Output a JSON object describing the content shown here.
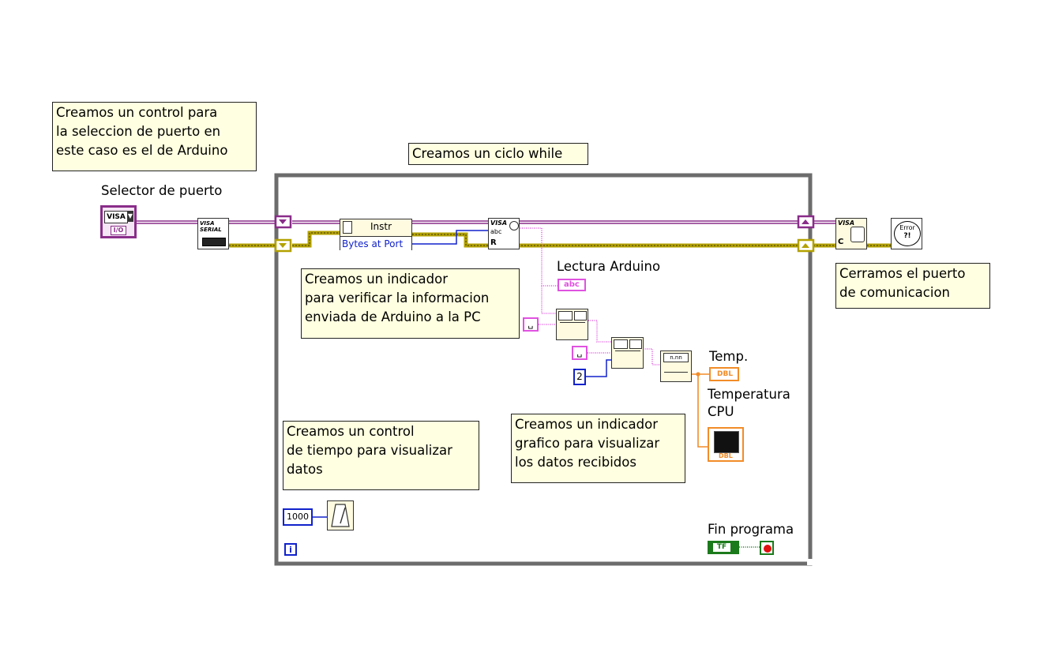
{
  "comments": {
    "port_control": "Creamos un control para\nla seleccion de puerto en\neste caso es el de Arduino",
    "while_loop": "Creamos un ciclo while",
    "read_indicator": "Creamos un indicador\npara verificar la informacion\nenviada de Arduino a la PC",
    "close_port": "Cerramos el puerto\nde comunicacion",
    "graph_indicator": "Creamos un indicador\ngrafico para visualizar\nlos datos recibidos",
    "timing_control": "Creamos un control\nde tiempo para visualizar\ndatos"
  },
  "labels": {
    "port_selector": "Selector de puerto",
    "arduino_read": "Lectura Arduino",
    "temp": "Temp.",
    "cpu_temp": "Temperatura\nCPU",
    "end_program": "Fin programa"
  },
  "nodes": {
    "visa_control": "VISA",
    "visa_control_sub": "I/O",
    "serial_config": "VISA\nSERIAL",
    "property_class": "Instr",
    "property_bytes": "Bytes at Port",
    "visa_read": "VISA",
    "visa_read_sub": "abc",
    "visa_read_r": "R",
    "visa_close": "VISA",
    "visa_close_c": "C",
    "error_handler": "Error",
    "error_handler_sub": "?!",
    "string_indicator": "abc",
    "delimiter_1": "␣",
    "delimiter_2": "␣",
    "index_constant": "2",
    "number_converter": "n.nn",
    "dbl_indicator": "DBL",
    "chart_dbl": "DBL",
    "wait_constant": "1000",
    "iteration": "i",
    "stop_bool": "TF"
  },
  "colors": {
    "visa_wire": "#8a2d8a",
    "error_wire": "#b3a100",
    "string_wire": "#e052e0",
    "int_wire": "#1122cc",
    "dbl_wire": "#f28c28",
    "bool_wire": "#1b7a1b",
    "loop_border": "#6c6c6c",
    "comment_bg": "#ffffe1"
  }
}
